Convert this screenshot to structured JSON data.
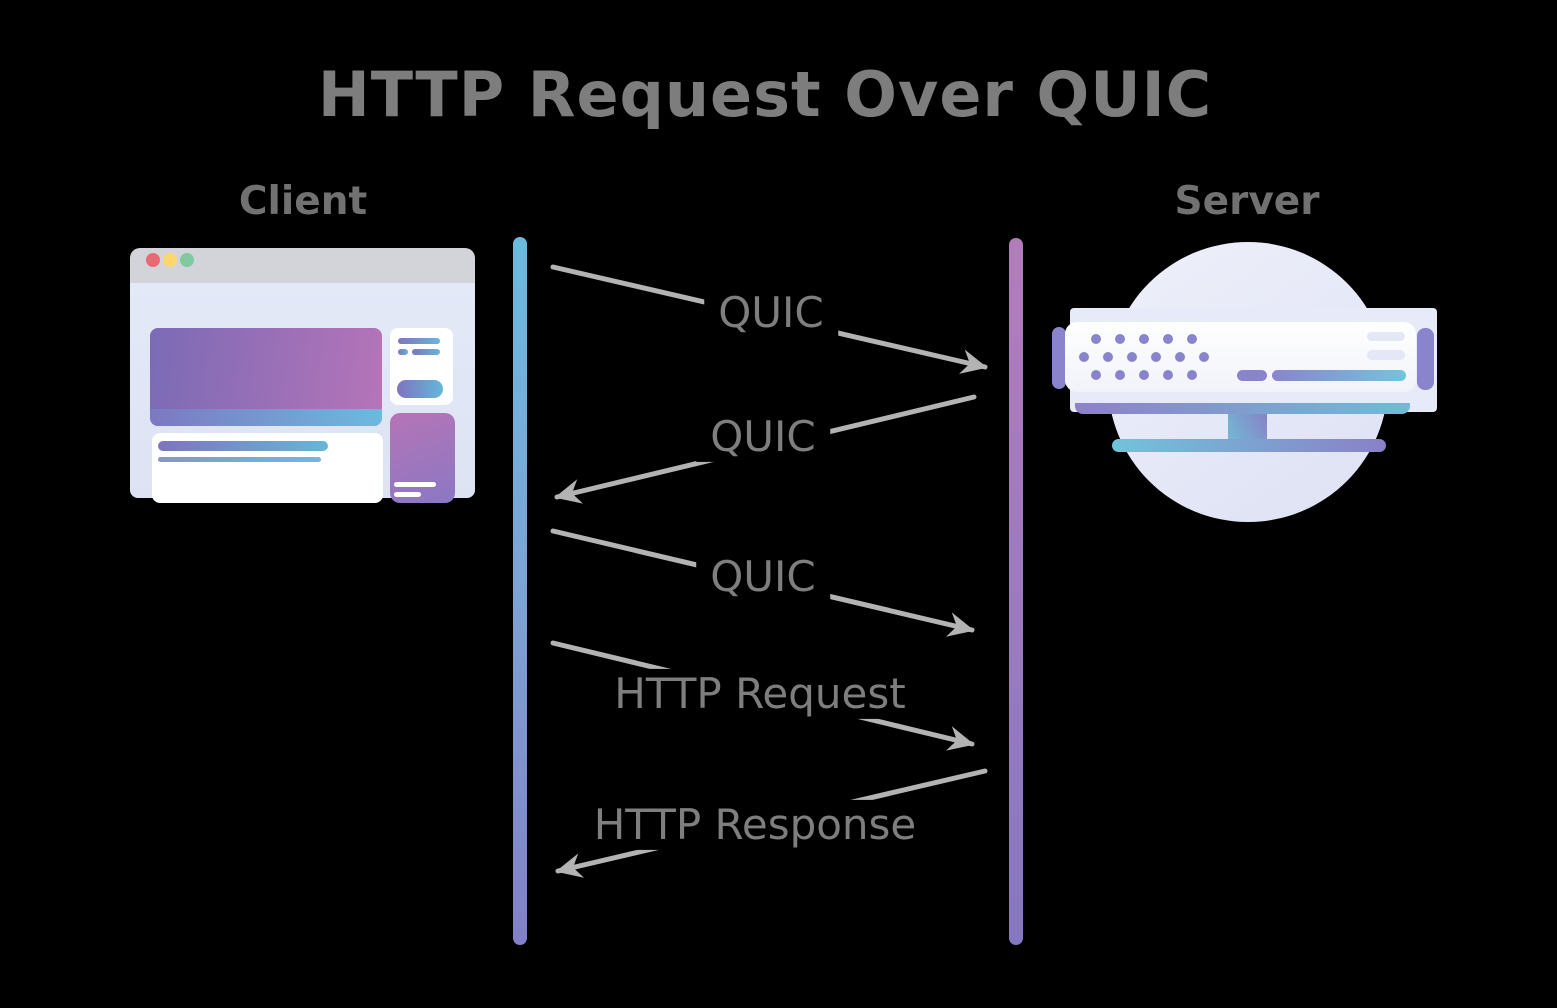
{
  "title": "HTTP Request Over QUIC",
  "actors": {
    "client": "Client",
    "server": "Server"
  },
  "messages": [
    {
      "label": "QUIC",
      "from": "client",
      "to": "server"
    },
    {
      "label": "QUIC",
      "from": "server",
      "to": "client"
    },
    {
      "label": "QUIC",
      "from": "client",
      "to": "server"
    },
    {
      "label": "HTTP Request",
      "from": "client",
      "to": "server"
    },
    {
      "label": "HTTP Response",
      "from": "server",
      "to": "client"
    }
  ],
  "colors": {
    "background": "#000000",
    "heading_text": "#7d7d7d",
    "actor_text": "#717171",
    "message_text": "#7e7e7e",
    "arrow": "#b3b3b3",
    "client_lifeline_top": "#6bbade",
    "client_lifeline_bottom": "#8280c8",
    "server_lifeline_top": "#b27cba",
    "server_lifeline_bottom": "#8678c0"
  }
}
